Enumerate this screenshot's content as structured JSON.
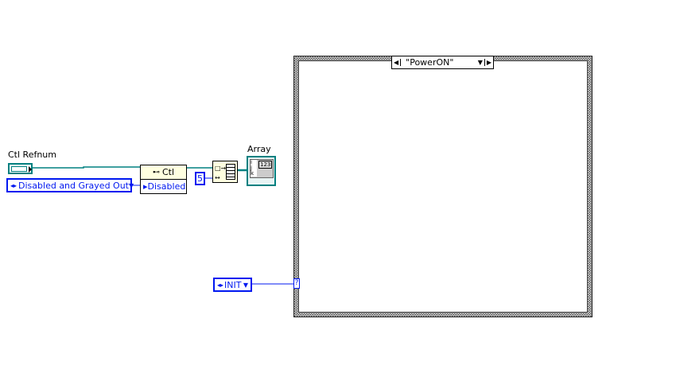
{
  "ctl_refnum": {
    "label": "Ctl Refnum"
  },
  "enum_constant": {
    "value": "Disabled and Grayed Out"
  },
  "property_node": {
    "class": "Ctl",
    "property": "Disabled"
  },
  "numeric_constant": {
    "value": "5"
  },
  "array_indicator": {
    "label": "Array",
    "type": "123"
  },
  "case_structure": {
    "selector": "\"PowerON\"",
    "terminal": "?"
  },
  "init_enum": {
    "value": "INIT"
  },
  "colors": {
    "refnum_wire": "#008080",
    "enum_wire": "#0018f0"
  }
}
